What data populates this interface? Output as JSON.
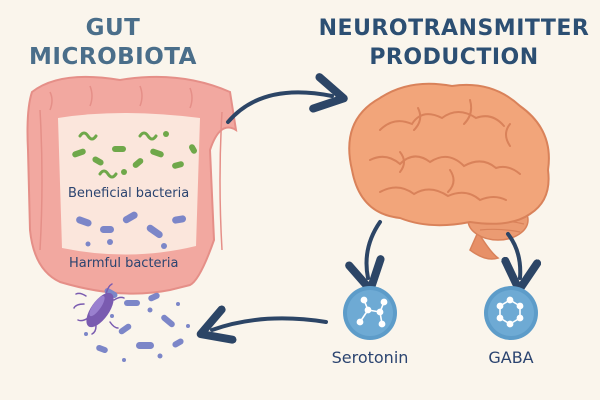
{
  "titles": {
    "gut_line1": "GUT",
    "gut_line2": "MICROBIOTA",
    "neuro_line1": "NEUROTRANSMITTER",
    "neuro_line2": "PRODUCTION"
  },
  "labels": {
    "beneficial": "Beneficial bacteria",
    "harmful": "Harmful bacteria"
  },
  "neurotransmitters": [
    {
      "name": "Serotonin"
    },
    {
      "name": "GABA"
    }
  ],
  "colors": {
    "background": "#faf5ec",
    "intestine": "#f2a8a0",
    "intestine_edge": "#e58f88",
    "brain": "#f2a57a",
    "brain_edge": "#d9825a",
    "beneficial_bacteria": "#6fa84a",
    "harmful_bacteria": "#7c86c8",
    "molecule_circle": "#5d9cc9",
    "arrow": "#2c4566"
  },
  "icons": [
    "intestine-icon",
    "brain-icon",
    "bacterium-icon",
    "molecule-icon",
    "curved-arrow-icon"
  ]
}
